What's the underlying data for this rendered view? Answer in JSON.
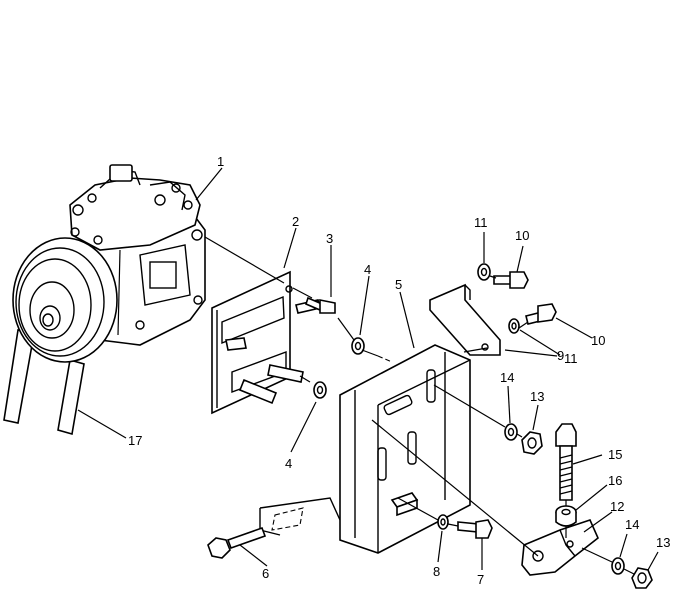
{
  "diagram": {
    "callouts": [
      {
        "id": "c1",
        "label": "1"
      },
      {
        "id": "c2",
        "label": "2"
      },
      {
        "id": "c3",
        "label": "3"
      },
      {
        "id": "c4a",
        "label": "4"
      },
      {
        "id": "c4b",
        "label": "4"
      },
      {
        "id": "c5",
        "label": "5"
      },
      {
        "id": "c6",
        "label": "6"
      },
      {
        "id": "c7",
        "label": "7"
      },
      {
        "id": "c8",
        "label": "8"
      },
      {
        "id": "c9",
        "label": "9"
      },
      {
        "id": "c10a",
        "label": "10"
      },
      {
        "id": "c10b",
        "label": "10"
      },
      {
        "id": "c11a",
        "label": "11"
      },
      {
        "id": "c11b",
        "label": "11"
      },
      {
        "id": "c12",
        "label": "12"
      },
      {
        "id": "c13a",
        "label": "13"
      },
      {
        "id": "c13b",
        "label": "13"
      },
      {
        "id": "c14a",
        "label": "14"
      },
      {
        "id": "c14b",
        "label": "14"
      },
      {
        "id": "c15",
        "label": "15"
      },
      {
        "id": "c16",
        "label": "16"
      },
      {
        "id": "c17",
        "label": "17"
      }
    ]
  }
}
